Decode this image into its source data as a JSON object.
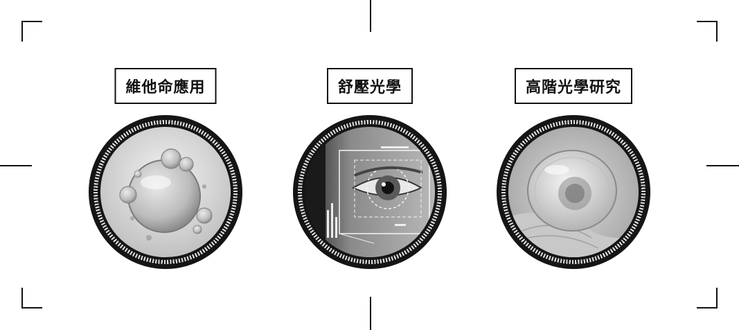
{
  "sections": [
    {
      "label": "維他命應用",
      "icon": "bubble-image"
    },
    {
      "label": "舒壓光學",
      "icon": "eye-scan-image"
    },
    {
      "label": "高階光學研究",
      "icon": "contact-lens-image"
    }
  ]
}
